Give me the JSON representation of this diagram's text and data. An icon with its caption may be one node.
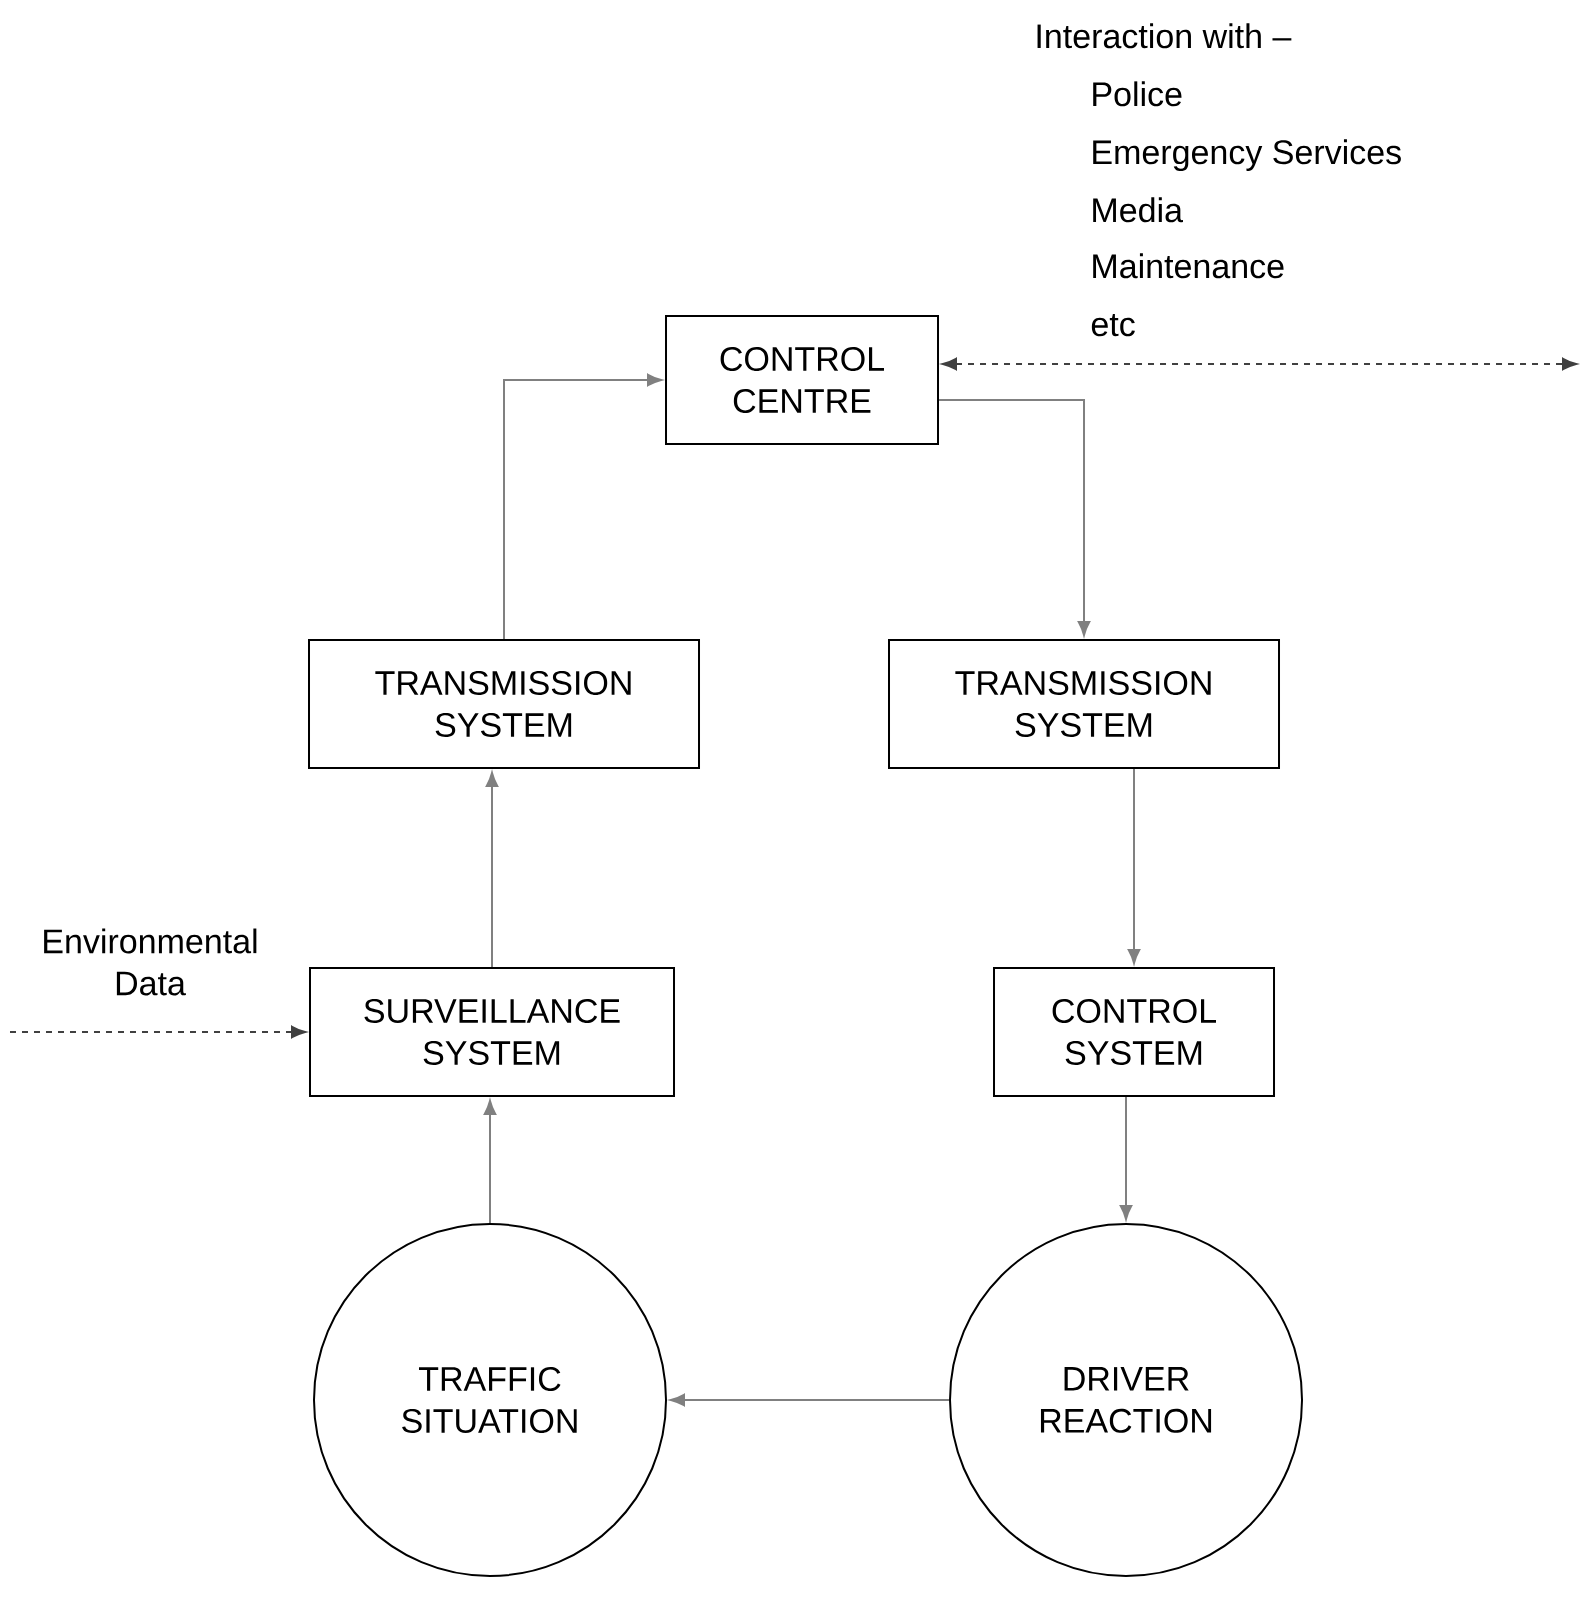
{
  "diagram": {
    "nodes": [
      {
        "text": [
          "CONTROL CENTRE"
        ]
      },
      {
        "text": [
          "TRANSMISSION SYSTEM"
        ]
      },
      {
        "text": [
          "TRANSMISSION SYSTEM"
        ]
      },
      {
        "text": [
          "SURVEILLANCE SYSTEM"
        ]
      },
      {
        "text": [
          "CONTROL SYSTEM"
        ]
      },
      {
        "text": [
          "TRAFFIC SITUATION"
        ]
      },
      {
        "text": [
          "DRIVER REACTION"
        ]
      }
    ],
    "edges": [
      {
        "from": 5,
        "to": 3,
        "arrow": "to"
      },
      {
        "from": 3,
        "to": 1,
        "arrow": "to"
      },
      {
        "from": 1,
        "to": 0,
        "arrow": "to"
      },
      {
        "from": 0,
        "to": 2,
        "arrow": "to"
      },
      {
        "from": 2,
        "to": 4,
        "arrow": "to"
      },
      {
        "from": 4,
        "to": 6,
        "arrow": "to"
      },
      {
        "from": 6,
        "to": 5,
        "arrow": "to"
      },
      {
        "from": null,
        "to": 3,
        "arrow": "to",
        "style": "dashed",
        "color": "#404040"
      },
      {
        "from": 0,
        "to": null,
        "arrow": "both",
        "style": "dashed",
        "color": "#404040"
      }
    ],
    "labels": [
      "Interaction with –",
      "Police",
      "Emergency Services",
      "Media",
      "Maintenance",
      "etc",
      "Environmental Data"
    ]
  }
}
